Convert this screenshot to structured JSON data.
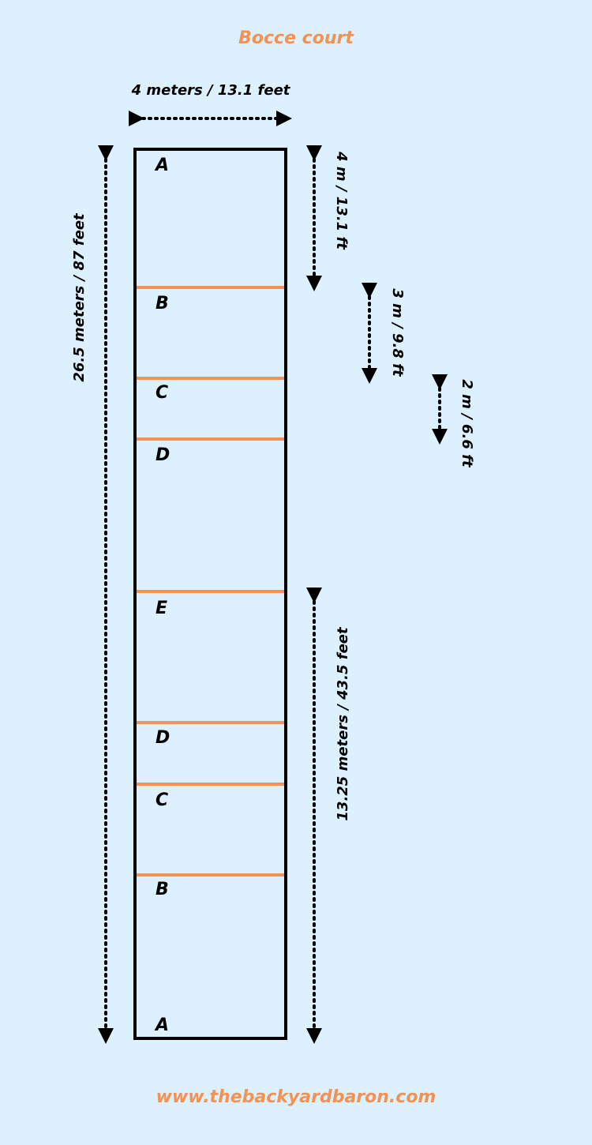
{
  "title": "Bocce court",
  "footer": "www.thebackyardbaron.com",
  "colors": {
    "background": "#dcf0fd",
    "accent": "#f39252",
    "ink": "#000000"
  },
  "dimensions": {
    "width": "4 meters / 13.1 feet",
    "length": "26.5 meters / 87 feet",
    "segment_a": "4 m / 13.1 ft",
    "segment_b": "3 m / 9.8 ft",
    "segment_c": "2 m / 6.6 ft",
    "half": "13.25 meters / 43.5 feet"
  },
  "zones": [
    "A",
    "B",
    "C",
    "D",
    "E",
    "D",
    "C",
    "B",
    "A"
  ]
}
